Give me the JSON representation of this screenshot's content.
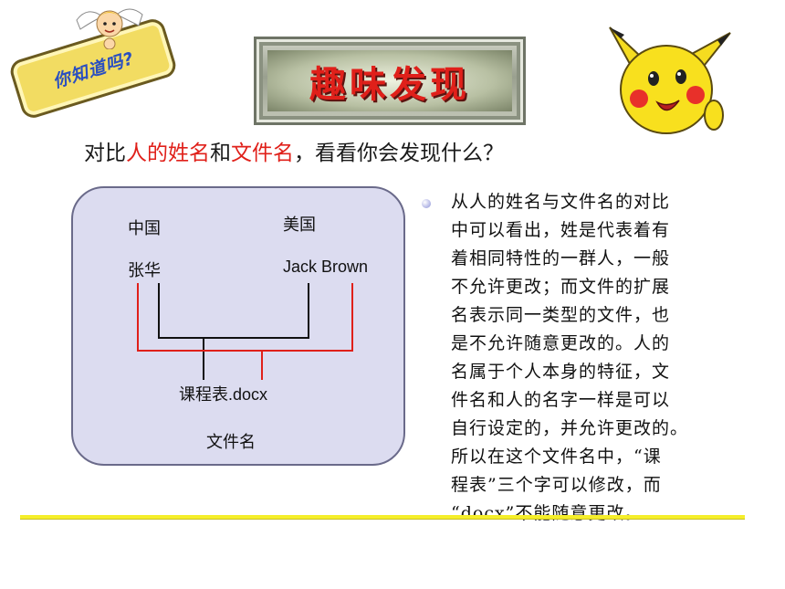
{
  "badge": {
    "text": "你知道吗?"
  },
  "title": {
    "text": "趣味发现"
  },
  "question": {
    "part1": "对比",
    "part2": "人的姓名",
    "part3": "和",
    "part4": "文件名",
    "part5": "，看看你会发现什么？"
  },
  "diagram": {
    "label_china": "中国",
    "label_usa": "美国",
    "name_cn": "张华",
    "name_en": "Jack Brown",
    "file_name": "课程表.docx",
    "caption": "文件名"
  },
  "bullet": {
    "lines": [
      "从人的姓名与文件名的对比",
      "中可以看出，姓是代表着有",
      "着相同特性的一群人，一般",
      "不允许更改；而文件的扩展",
      "名表示同一类型的文件，也",
      "是不允许随意更改的。人的",
      "名属于个人本身的特征，文",
      "件名和人的名字一样是可以",
      "自行设定的，并允许更改的。",
      "所以在这个文件名中，“课",
      "程表”三个字可以修改，而",
      "“docx”不能随意更改。"
    ]
  },
  "colors": {
    "accent_red": "#e0201a",
    "connector_black": "#111111",
    "rule_yellow": "#f5ee2a",
    "diagram_bg": "#dcdcf0"
  },
  "icons": [
    "cherub-icon",
    "pikachu-icon",
    "bullet-icon"
  ]
}
